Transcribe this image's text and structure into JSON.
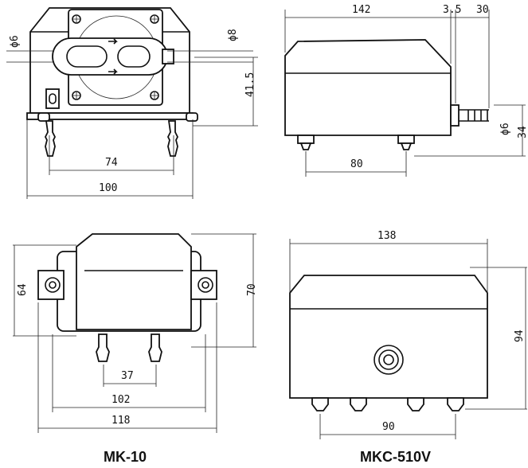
{
  "views": {
    "mk10_front": {
      "dia_left": "ϕ6",
      "dia_right": "ϕ8",
      "height": "41.5",
      "inner_width": "74",
      "outer_width": "100"
    },
    "mkc_side": {
      "length": "142",
      "offset": "3.5",
      "nozzle": "30",
      "feet": "80",
      "dia": "ϕ6",
      "height": "34"
    },
    "mk10_top": {
      "left": "64",
      "right": "70",
      "inner": "37",
      "mid": "102",
      "outer": "118"
    },
    "mkc_front": {
      "width": "138",
      "height": "94",
      "feet": "90"
    }
  },
  "labels": {
    "left_model": "MK-10",
    "right_model": "MKC-510V"
  }
}
